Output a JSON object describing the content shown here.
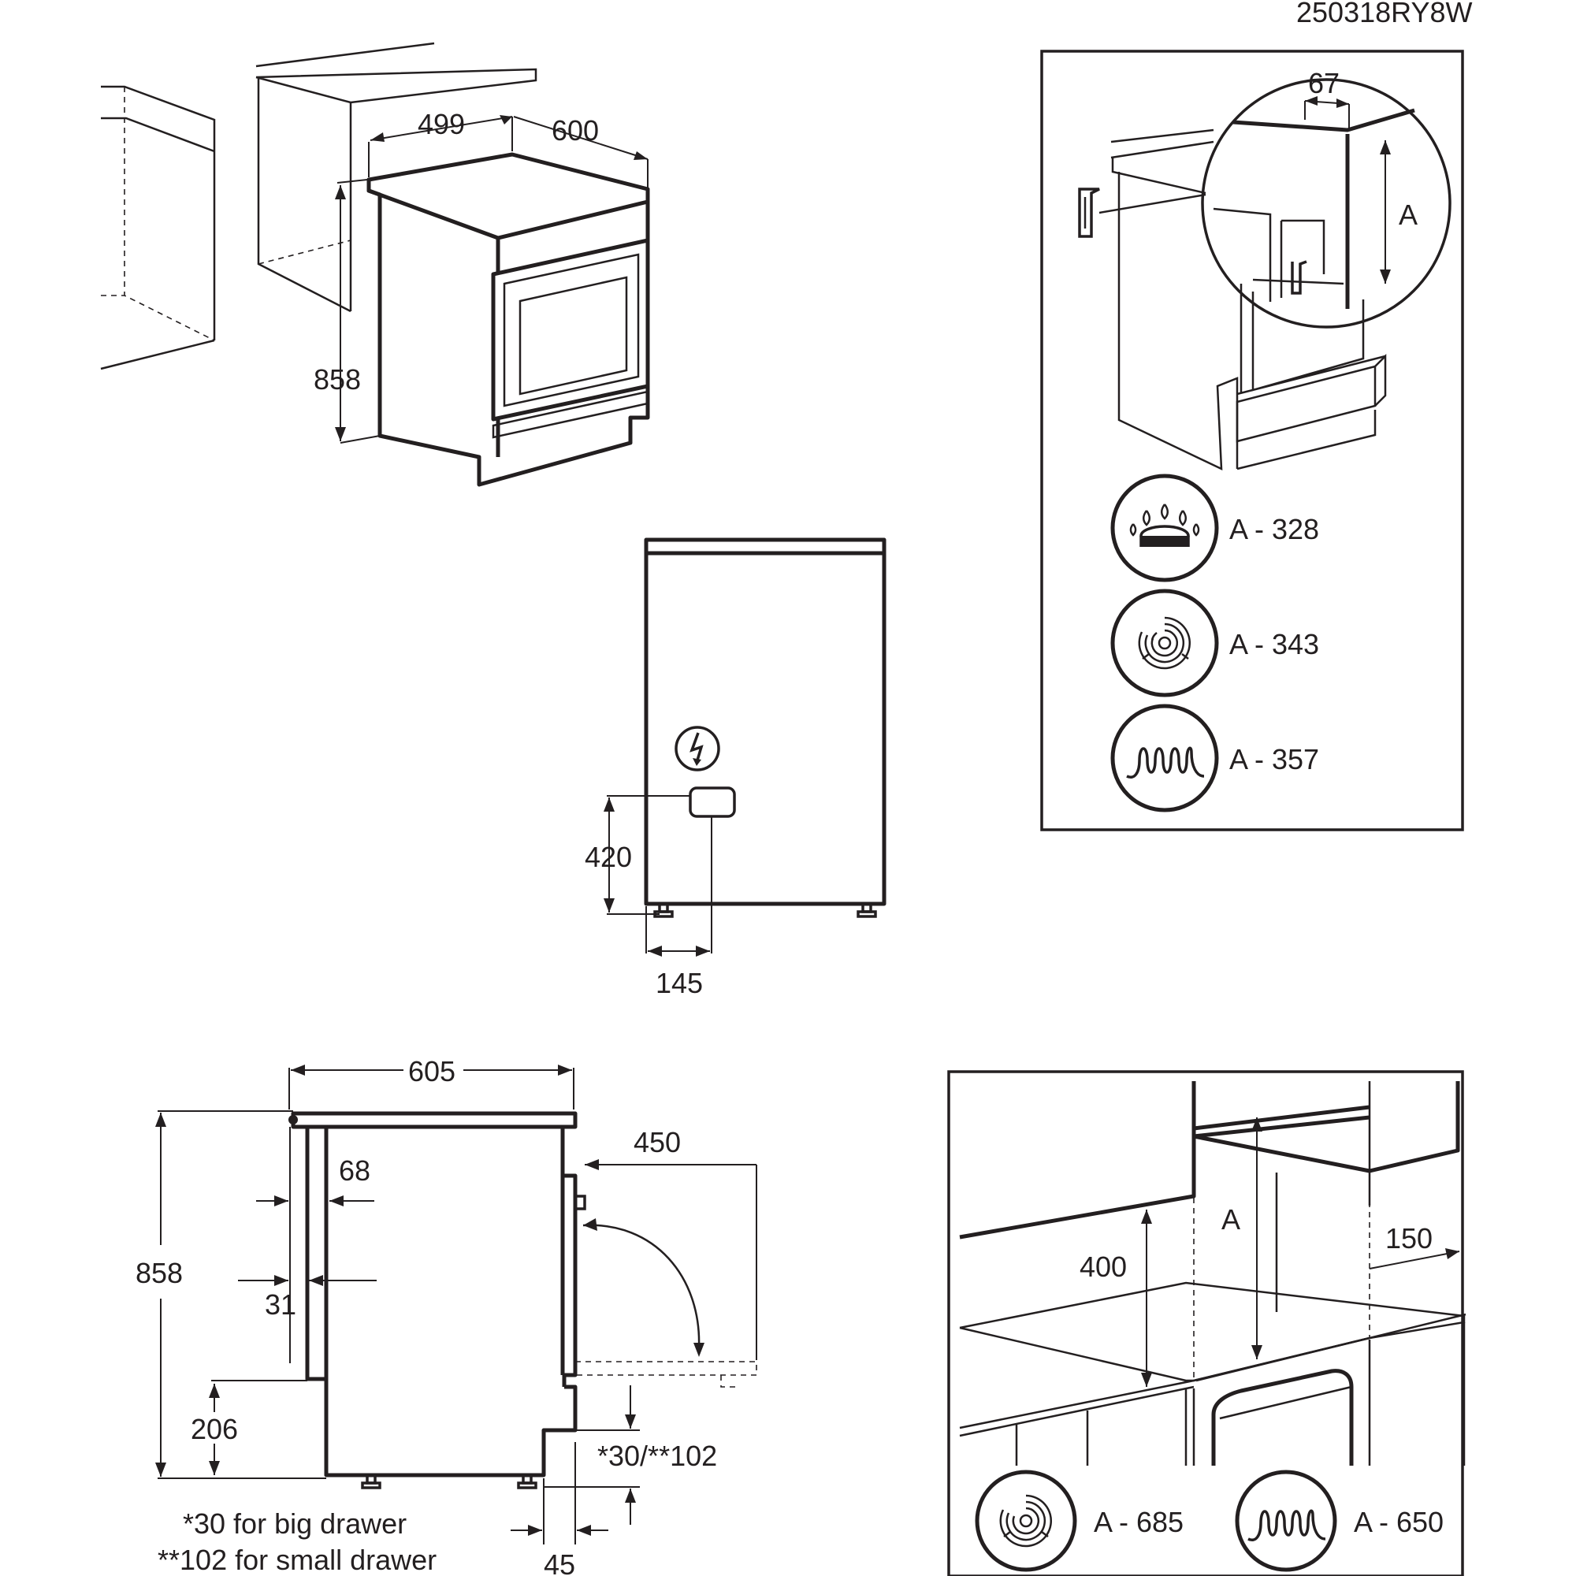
{
  "doc_code": "250318RY8W",
  "perspective": {
    "depth": "499",
    "width": "600",
    "height": "858"
  },
  "rear_view": {
    "connection_height": "420",
    "connection_offset": "145"
  },
  "side_view": {
    "width": "605",
    "height": "858",
    "top_offset": "68",
    "mid_offset": "31",
    "door_swing": "450",
    "lower_height": "206",
    "drawer_offset": "*30/**102",
    "foot_offset": "45",
    "note_big": "*30 for big drawer",
    "note_small": "**102 for small drawer"
  },
  "clearance_panel": {
    "dimension_67": "67",
    "label_A": "A",
    "items": [
      {
        "icon": "gas-burner-icon",
        "label": "A - 328"
      },
      {
        "icon": "ceramic-hob-icon",
        "label": "A - 343"
      },
      {
        "icon": "radiant-coil-icon",
        "label": "A - 357"
      }
    ]
  },
  "hood_panel": {
    "dim_400": "400",
    "label_A": "A",
    "dim_150": "150",
    "items": [
      {
        "icon": "ceramic-hob-icon",
        "label": "A - 685"
      },
      {
        "icon": "radiant-coil-icon",
        "label": "A - 650"
      }
    ]
  }
}
